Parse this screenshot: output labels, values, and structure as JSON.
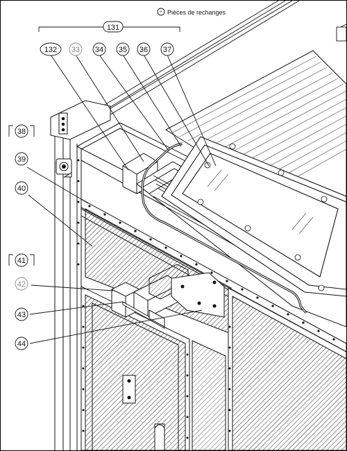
{
  "legend": {
    "symbol": "*",
    "text": "Pièces de rechanges"
  },
  "callouts": {
    "c131": "131",
    "c132": "132",
    "c33": "33",
    "c34": "34",
    "c35": "35",
    "c36": "36",
    "c37": "37",
    "c38": "38",
    "c39": "39",
    "c40": "40",
    "c41": "41",
    "c42": "42",
    "c43": "43",
    "c44": "44"
  },
  "colors": {
    "line": "#111111",
    "spare_part_label": "#8a8a8a",
    "background": "#ffffff"
  }
}
